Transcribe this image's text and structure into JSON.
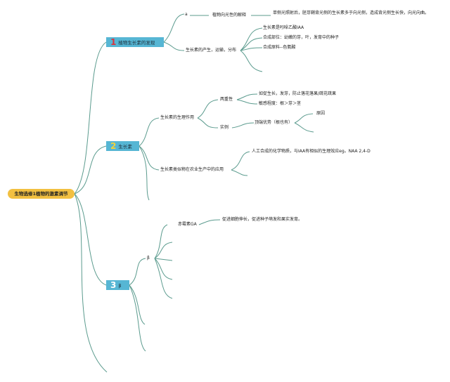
{
  "root": {
    "label": "生物选修1植物的激素调节"
  },
  "b1": {
    "number": "1",
    "title": "植物生长素的发现",
    "a_label": "a",
    "phototropism": "植物向光性的解释",
    "phototropism_detail": "单侧光照射后，胚芽鞘背光侧的生长素多于向光侧，造成背光侧生长快，向光向曲。",
    "production": "生长素的产生，运输，分布",
    "iaa": "生长素是吲哚乙酸IAA",
    "site": "合成部位：幼嫩的芽，叶，发育中的种子",
    "material": "合成原料--色氨酸"
  },
  "b2": {
    "number": "2",
    "title": "生长素",
    "physio": "生长素的生理作用",
    "dual": "两重性",
    "dual_detail": "如促生长，发芽，防止落花落果/疏花疏果",
    "sensitivity": "敏感程度：根＞芽＞茎",
    "example": "实例",
    "apical": "顶端优势（根也有）",
    "cause": "原因",
    "application": "生长素类似物在农业生产中的应用",
    "app_detail": "人工合成的化学物质，与IAA有相似的生理效应eg。NAA 2,4-D"
  },
  "b3": {
    "number": "3",
    "title": "β",
    "beta": "β",
    "ga": "赤霉素GA",
    "ga_detail": "促进细胞伸长，促进种子萌发和果实发育。"
  }
}
